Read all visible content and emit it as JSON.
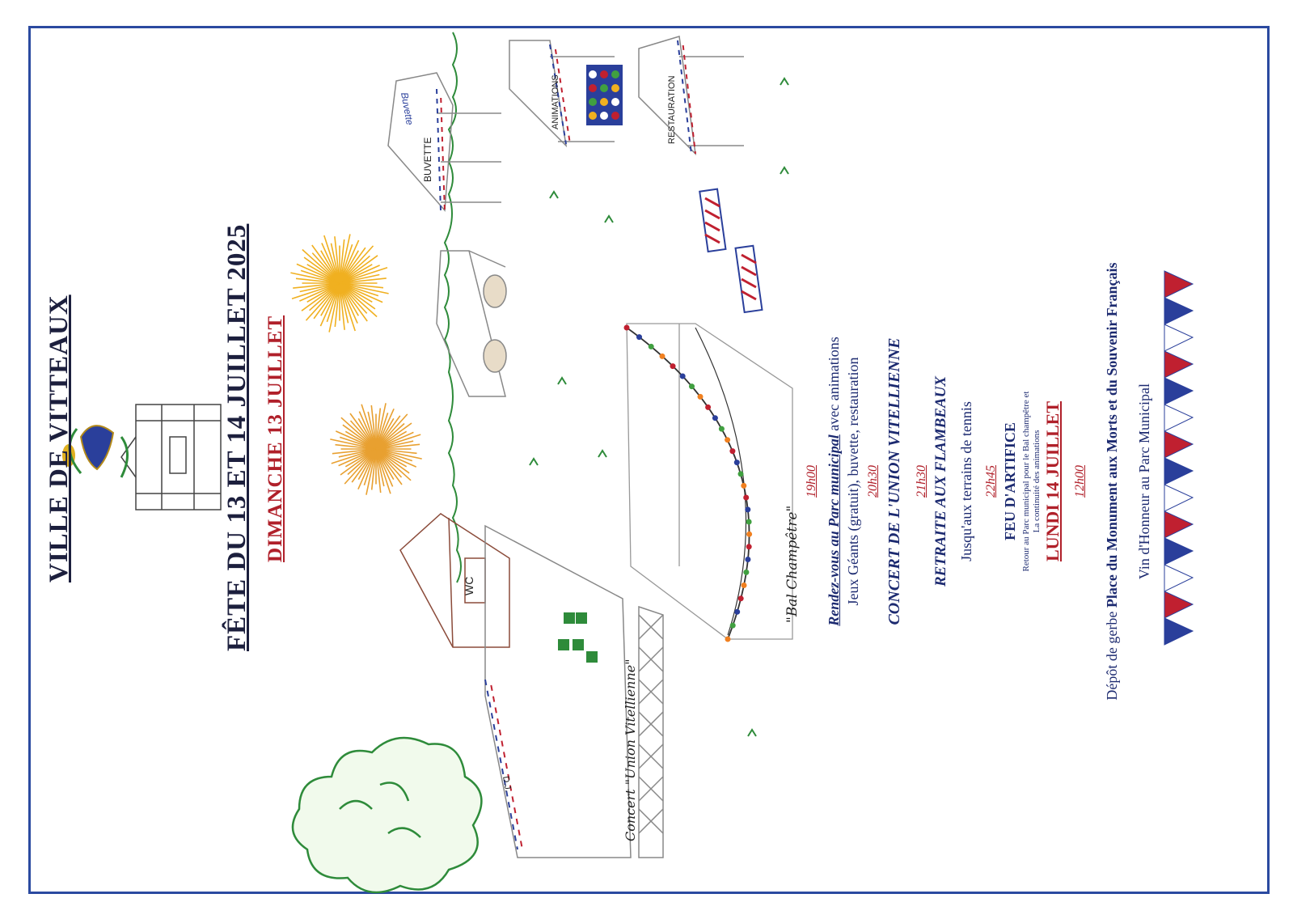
{
  "header": {
    "town_title": "VILLE DE VITTEAUX",
    "festival_title": "FÊTE DU 13 ET 14 JUILLET 2025",
    "day1": "DIMANCHE 13 JUILLET",
    "day2": "LUNDI 14 JUILLET"
  },
  "illustration_labels": {
    "buvette": "BUVETTE",
    "animations": "ANIMATIONS",
    "restauration": "RESTAURATION",
    "buvette_sign": "Buvette",
    "wc": "WC",
    "dj": "D.J.",
    "concert": "Concert \"Union Vitellienne\"",
    "bal": "\"Bal Champêtre\""
  },
  "program": {
    "t1": "19h00",
    "e1_line1_a": "Rendez-vous au Parc municipal",
    "e1_line1_b": " avec animations",
    "e1_line2": "Jeux Géants (gratuit), buvette, restauration",
    "t2": "20h30",
    "e2": "CONCERT DE L'UNION VITELLIENNE",
    "t3": "21h30",
    "e3": "RETRAITE AUX FLAMBEAUX",
    "e3_sub": "Jusqu'aux terrains de tennis",
    "t4": "22h45",
    "e4": "FEU D'ARTIFICE",
    "e4_sub1": "Retour au Parc municipal pour le Bal champêtre et",
    "e4_sub2": "La continuité des animations",
    "t5": "12h00",
    "e5_a": "Dépôt de gerbe ",
    "e5_b": "Place du Monument aux Morts et du Souvenir Français",
    "e6": "Vin d'Honneur au Parc Municipal"
  },
  "colors": {
    "blue": "#1c2a70",
    "red": "#b0202a",
    "frame": "#2b4aa0",
    "green": "#2e8b3a"
  }
}
